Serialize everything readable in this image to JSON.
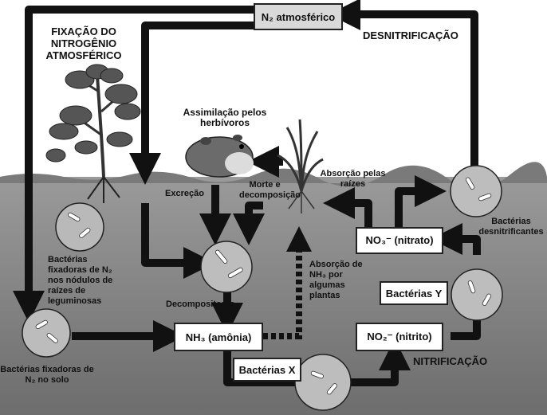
{
  "title": "",
  "boxes": {
    "n2_atm": "N₂ atmosférico",
    "nh3": "NH₃ (amônia)",
    "no3": "NO₃⁻ (nitrato)",
    "no2": "NO₂⁻ (nitrito)",
    "bact_x": "Bactérias X",
    "bact_y": "Bactérias Y"
  },
  "labels": {
    "fixacao": "FIXAÇÃO DO NITROGÊNIO ATMOSFÉRICO",
    "desnitrificacao": "DESNITRIFICAÇÃO",
    "nitrificacao": "NITRIFICAÇÃO",
    "assimilacao": "Assimilação pelos herbívoros",
    "morte": "Morte e decomposição",
    "excrecao": "Excreção",
    "absorcao_raizes": "Absorção pelas raízes",
    "absorcao_nh3": "Absorção de NH₃ por algumas plantas",
    "decompositores": "Decompositores",
    "bact_nodulos": "Bactérias fixadoras de N₂ nos nódulos de raízes de leguminosas",
    "bact_solo": "Bactérias fixadoras de N₂ no solo",
    "bact_desnit": "Bactérias desnitrificantes"
  },
  "colors": {
    "arrow": "#111111",
    "soil": "#8f8f8f",
    "soil_dark": "#5e5e5e",
    "sky": "#ffffff",
    "box_highlight": "#d9d9d9"
  },
  "icons": [
    "legume-plant-icon",
    "hamster-icon",
    "grass-plant-icon",
    "bacteria-cell-icon"
  ]
}
